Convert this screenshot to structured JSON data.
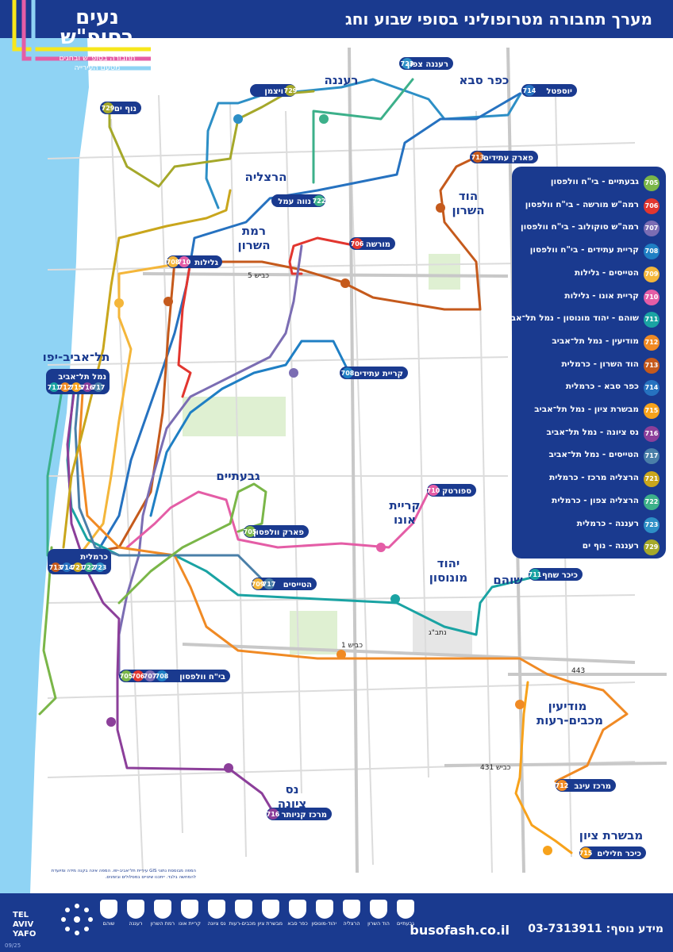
{
  "header": {
    "title": "מערך תחבורה מטרופוליני בסופי שבוע וחג"
  },
  "logo": {
    "name_line1": "נעים",
    "name_line2": "בסופ\"ש",
    "sub_line1": "תחבורה בסופ\"ש ובחגים",
    "sub_line2": "מטעם העירייה"
  },
  "colors": {
    "brand": "#1a3a8f",
    "sea": "#8fd3f4",
    "land": "#ffffff",
    "road": "#d9d9d9"
  },
  "legend": [
    {
      "num": "705",
      "text": "גבעתיים - בי\"ח וולפסון",
      "color": "#7ab648"
    },
    {
      "num": "706",
      "text": "רמה\"ש מורשה - בי\"ח וולפסון",
      "color": "#e2362f"
    },
    {
      "num": "707",
      "text": "רמה\"ש סוקולוב - בי\"ח וולפסון",
      "color": "#7b6db3"
    },
    {
      "num": "708",
      "text": "קריית עתידים - בי\"ח וולפסון",
      "color": "#1f7fc4"
    },
    {
      "num": "709",
      "text": "הטייסים - גלילות",
      "color": "#f4b63a"
    },
    {
      "num": "710",
      "text": "קריית אונו - גלילות",
      "color": "#e45da6"
    },
    {
      "num": "711",
      "text": "שוהם - יהוד מונוסון - נמל תל־אביב",
      "color": "#1aa3a3"
    },
    {
      "num": "712",
      "text": "מודיעין - נמל תל־אביב",
      "color": "#f08a24"
    },
    {
      "num": "713",
      "text": "הוד השרון - כרמלית",
      "color": "#c55a1c"
    },
    {
      "num": "714",
      "text": "כפר סבא - כרמלית",
      "color": "#2672c0"
    },
    {
      "num": "715",
      "text": "מבשרת ציון - נמל תל־אביב",
      "color": "#f7a21b"
    },
    {
      "num": "716",
      "text": "נס ציונה - נמל תל־אביב",
      "color": "#8c3f9a"
    },
    {
      "num": "717",
      "text": "הטייסים - נמל תל־אביב",
      "color": "#4a7fa8"
    },
    {
      "num": "721",
      "text": "הרצליה מרכז - כרמלית",
      "color": "#c9a61c"
    },
    {
      "num": "722",
      "text": "הרצליה צפון - כרמלית",
      "color": "#3cb08a"
    },
    {
      "num": "723",
      "text": "רעננה - כרמלית",
      "color": "#2d8fc6"
    },
    {
      "num": "729",
      "text": "רעננה - נוף ים",
      "color": "#a5a82a"
    }
  ],
  "cities": [
    {
      "id": "raanana",
      "text": "רעננה"
    },
    {
      "id": "kfar-saba",
      "text": "כפר סבא"
    },
    {
      "id": "herzliya",
      "text": "הרצליה"
    },
    {
      "id": "ramat-hasharon-1",
      "text": "רמת"
    },
    {
      "id": "ramat-hasharon-2",
      "text": "השרון"
    },
    {
      "id": "hod-hasharon-1",
      "text": "הוד"
    },
    {
      "id": "hod-hasharon-2",
      "text": "השרון"
    },
    {
      "id": "tel-aviv",
      "text": "תל־אביב-יפו"
    },
    {
      "id": "givatayim",
      "text": "גבעתיים"
    },
    {
      "id": "kiryat-ono-1",
      "text": "קריית"
    },
    {
      "id": "kiryat-ono-2",
      "text": "אונו"
    },
    {
      "id": "yehud-1",
      "text": "יהוד"
    },
    {
      "id": "yehud-2",
      "text": "מונוסון"
    },
    {
      "id": "shoham",
      "text": "שוהם"
    },
    {
      "id": "modiin-1",
      "text": "מודיעין"
    },
    {
      "id": "modiin-2",
      "text": "מכבים-רעות"
    },
    {
      "id": "nes-ziona-1",
      "text": "נס"
    },
    {
      "id": "nes-ziona-2",
      "text": "ציונה"
    },
    {
      "id": "mevaseret",
      "text": "מבשרת ציון"
    }
  ],
  "terminals": [
    {
      "id": "raanana-north",
      "text": "רעננה צפון",
      "lines": [
        "723"
      ]
    },
    {
      "id": "weizman",
      "text": "ויצמן",
      "lines": [
        "729"
      ]
    },
    {
      "id": "yosftal",
      "text": "יוספטל",
      "lines": [
        "714"
      ]
    },
    {
      "id": "nof-yam",
      "text": "נוף ים",
      "lines": [
        "729"
      ]
    },
    {
      "id": "park-atidim",
      "text": "פארק עתידים",
      "lines": [
        "713"
      ]
    },
    {
      "id": "neve-amal",
      "text": "נווה עמל",
      "lines": [
        "722"
      ]
    },
    {
      "id": "morasha",
      "text": "מורשה",
      "lines": [
        "706"
      ]
    },
    {
      "id": "glilot",
      "text": "גלילות",
      "lines": [
        "708",
        "710"
      ]
    },
    {
      "id": "kiryat-atidim",
      "text": "קריית עתידים",
      "lines": [
        "708"
      ]
    },
    {
      "id": "namal-tlv",
      "text": "נמל תל־אביב",
      "lines": [
        "711",
        "712",
        "715",
        "716",
        "717"
      ]
    },
    {
      "id": "sportek",
      "text": "ספורטק",
      "lines": [
        "710"
      ]
    },
    {
      "id": "park-wolfson",
      "text": "פארק וולפסון",
      "lines": [
        "705"
      ]
    },
    {
      "id": "karmelit",
      "text": "כרמלית",
      "lines": [
        "713",
        "714",
        "721",
        "722",
        "723"
      ]
    },
    {
      "id": "hatayasim",
      "text": "הטייסים",
      "lines": [
        "709",
        "717"
      ]
    },
    {
      "id": "kikar-shahaf",
      "text": "כיכר שחף",
      "lines": [
        "711"
      ]
    },
    {
      "id": "wolfson-hospital",
      "text": "בי\"ח וולפסון",
      "lines": [
        "705",
        "706",
        "707",
        "708"
      ]
    },
    {
      "id": "merkaz-einav",
      "text": "מרכז עינב",
      "lines": [
        "712"
      ]
    },
    {
      "id": "merkaz-kanyotar",
      "text": "מרכז קניותר",
      "lines": [
        "716"
      ]
    },
    {
      "id": "kikar-halilim",
      "text": "כיכר חלילים",
      "lines": [
        "715"
      ]
    }
  ],
  "roads": [
    {
      "id": "road-5",
      "text": "כביש 5"
    },
    {
      "id": "road-1",
      "text": "כביש 1"
    },
    {
      "id": "road-431",
      "text": "כביש 431"
    },
    {
      "id": "road-443",
      "text": "443"
    },
    {
      "id": "airport",
      "text": "נתב\"ג"
    }
  ],
  "footer": {
    "site": "busofash.co.il",
    "phone": "מידע נוסף: 03-7313911",
    "tlv_line1": "TEL",
    "tlv_line2": "AVIV",
    "tlv_line3": "YAFO",
    "version": "09/25",
    "municipalities": [
      "גבעתיים",
      "הוד השרון",
      "הרצליה",
      "יהוד-מונוסון",
      "כפר סבא",
      "מבשרת ציון",
      "מכבים-רעות",
      "נס ציונה",
      "קריית אונו",
      "רמת השרון",
      "רעננה",
      "שוהם"
    ]
  },
  "disclaimer": "המפה מבוססת נתוני GIS עיריית תל־אביב-יפו. המפה אינה בקנה מידה ומיועדת להמחשה בלבד. ייתכנו שינויים במסלולים ובזמנים."
}
